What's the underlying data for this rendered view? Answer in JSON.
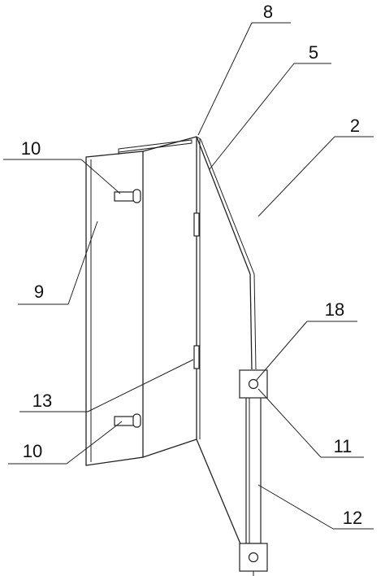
{
  "labels": {
    "l8": "8",
    "l5": "5",
    "l2": "2",
    "l10_top": "10",
    "l9": "9",
    "l18": "18",
    "l13": "13",
    "l11": "11",
    "l10_bottom": "10",
    "l12": "12"
  }
}
